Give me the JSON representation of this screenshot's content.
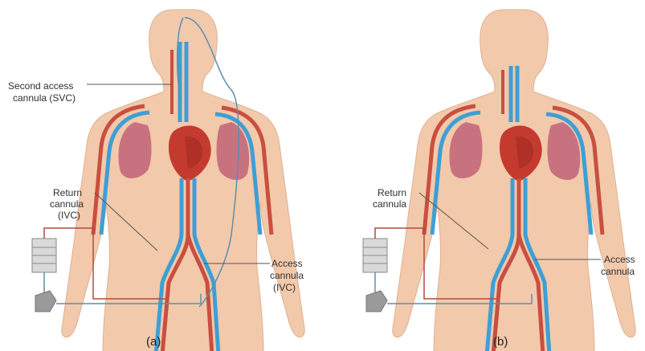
{
  "panels": [
    {
      "caption": "(a)",
      "labels": {
        "second_access": [
          "Second access",
          "cannula (SVC)"
        ],
        "return": [
          "Return",
          "cannula",
          "(IVC)"
        ],
        "access": [
          "Access",
          "cannula",
          "(IVC)"
        ]
      }
    },
    {
      "caption": "(b)",
      "labels": {
        "return": [
          "Return",
          "cannula"
        ],
        "access": [
          "Access",
          "cannula"
        ]
      }
    }
  ],
  "colors": {
    "skin": "#f2c9ab",
    "skin_shadow": "#e3ad8c",
    "artery": "#c94f3f",
    "vein": "#3d9fd6",
    "lung": "#c9727f",
    "heart": "#c43a2e",
    "circuit_red": "#b34a3f",
    "circuit_blue": "#5a8fb0",
    "oxygenator": "#d9d9d9",
    "pump": "#9a9a9a"
  }
}
